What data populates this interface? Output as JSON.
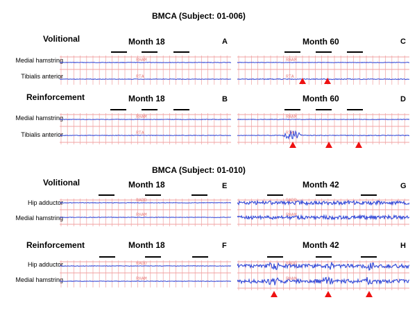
{
  "sections": [
    {
      "title": "BMCA (Subject: 01-006)",
      "rows": [
        {
          "condition": "Volitional",
          "channels": [
            "Medial hamstring",
            "Tibialis anterior"
          ],
          "panels": [
            {
              "letter": "A",
              "month": "Month 18",
              "traces": [
                "RHAM",
                "RTA"
              ],
              "activity": [
                "flat",
                "flat"
              ],
              "markers": 0
            },
            {
              "letter": "C",
              "month": "Month 60",
              "traces": [
                "RHAM",
                "RTA"
              ],
              "activity": [
                "flat",
                "small"
              ],
              "markers": 2
            }
          ]
        },
        {
          "condition": "Reinforcement",
          "channels": [
            "Medial hamstring",
            "Tibialis anterior"
          ],
          "panels": [
            {
              "letter": "B",
              "month": "Month 18",
              "traces": [
                "RHAM",
                "RTA"
              ],
              "activity": [
                "flat",
                "flat"
              ],
              "markers": 0
            },
            {
              "letter": "D",
              "month": "Month 60",
              "traces": [
                "RHAM",
                "RTA"
              ],
              "activity": [
                "flat",
                "burst"
              ],
              "markers": 3
            }
          ]
        }
      ]
    },
    {
      "title": "BMCA (Subject: 01-010)",
      "rows": [
        {
          "condition": "Volitional",
          "channels": [
            "Hip adductor",
            "Medial hamstring"
          ],
          "panels": [
            {
              "letter": "E",
              "month": "Month 18",
              "traces": [
                "RADD",
                "RHAM"
              ],
              "activity": [
                "flat",
                "flat"
              ],
              "markers": 0
            },
            {
              "letter": "G",
              "month": "Month 42",
              "traces": [
                "RADD",
                "RHAM"
              ],
              "activity": [
                "noisy",
                "noisy"
              ],
              "markers": 0
            }
          ]
        },
        {
          "condition": "Reinforcement",
          "channels": [
            "Hip adductor",
            "Medial hamstring"
          ],
          "panels": [
            {
              "letter": "F",
              "month": "Month 18",
              "traces": [
                "RADD",
                "RHAM"
              ],
              "activity": [
                "flat",
                "flat"
              ],
              "markers": 0
            },
            {
              "letter": "H",
              "month": "Month 42",
              "traces": [
                "RADD",
                "RHAM"
              ],
              "activity": [
                "noisy",
                "noisy"
              ],
              "markers": 3
            }
          ]
        }
      ]
    }
  ],
  "colors": {
    "trace": "#3a4fd8",
    "grid": "#f0a0a0",
    "marker": "#ee1111",
    "bar": "#000000"
  }
}
